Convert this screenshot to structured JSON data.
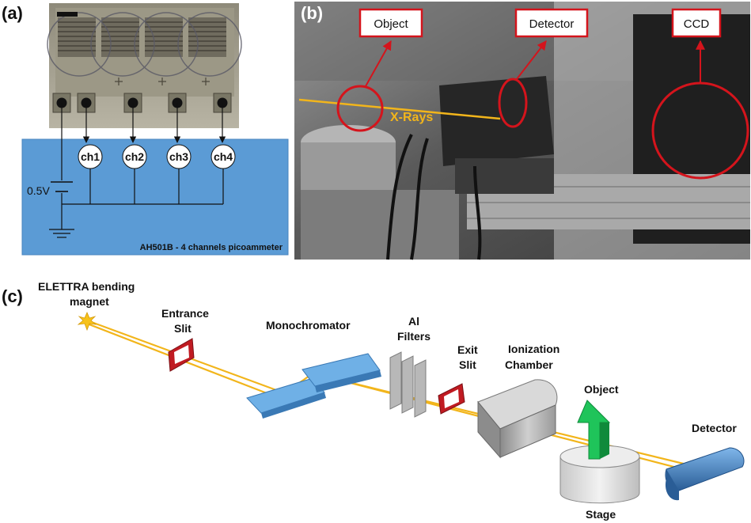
{
  "panels": {
    "a": {
      "letter": "(a)",
      "channels": [
        "ch1",
        "ch2",
        "ch3",
        "ch4"
      ],
      "voltage": "0.5V",
      "instrument": "AH501B - 4 channels picoammeter"
    },
    "b": {
      "letter": "(b)",
      "callouts": [
        "Object",
        "Detector",
        "CCD"
      ],
      "beam_label": "X-Rays"
    },
    "c": {
      "letter": "(c)",
      "source": [
        "ELETTRA bending",
        "magnet"
      ],
      "entrance_slit": [
        "Entrance",
        "Slit"
      ],
      "monochromator": "Monochromator",
      "filters": [
        "Al",
        "Filters"
      ],
      "exit_slit": [
        "Exit",
        "Slit"
      ],
      "ionization_chamber": [
        "Ionization",
        "Chamber"
      ],
      "object": "Object",
      "stage": "Stage",
      "detector": "Detector"
    }
  },
  "colors": {
    "beam": "#f2b51b",
    "callout_red": "#d4141c",
    "picoammeter_blue": "#5b9bd5",
    "arrow_green": "#1fc45a",
    "crystal_blue": "#6fb0e6"
  }
}
